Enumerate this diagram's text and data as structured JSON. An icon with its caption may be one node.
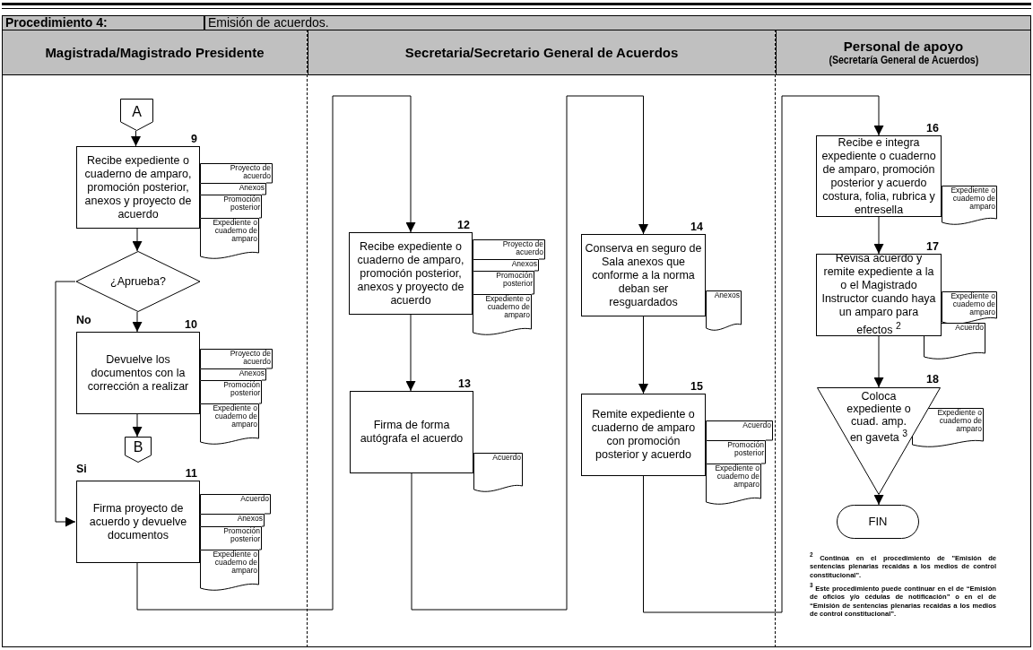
{
  "diagram": {
    "nodes": [
      {
        "text": [
          "Magistrada/Magistrado Presidente"
        ]
      },
      {
        "text": [
          "Secretaria/Secretario General de Acuerdos"
        ]
      },
      {
        "text": [
          "Personal de apoyo",
          "(Secretaría General de Acuerdos)"
        ]
      },
      {
        "text": [
          "A"
        ],
        "in": 0
      },
      {
        "text": [
          "Recibe expediente o cuaderno de amparo, promoción posterior, anexos y proyecto de acuerdo"
        ],
        "beside": [
          "9"
        ],
        "in": 0
      },
      {
        "text": [
          "Proyecto de acuerdo"
        ],
        "in": 0
      },
      {
        "text": [
          "Anexos"
        ],
        "in": 0
      },
      {
        "text": [
          "Promoción posterior"
        ],
        "in": 0
      },
      {
        "text": [
          "Expediente o cuaderno de amparo"
        ],
        "in": 0
      },
      {
        "text": [
          "¿Aprueba?"
        ],
        "in": 0
      },
      {
        "text": [
          "Devuelve los documentos con la corrección a realizar"
        ],
        "beside": [
          "10"
        ],
        "in": 0
      },
      {
        "text": [
          "Proyecto de acuerdo"
        ],
        "in": 0
      },
      {
        "text": [
          "Anexos"
        ],
        "in": 0
      },
      {
        "text": [
          "Promoción posterior"
        ],
        "in": 0
      },
      {
        "text": [
          "Expediente o cuaderno de amparo"
        ],
        "in": 0
      },
      {
        "text": [
          "B"
        ],
        "in": 0
      },
      {
        "text": [
          "Firma proyecto de acuerdo y devuelve documentos"
        ],
        "beside": [
          "11"
        ],
        "in": 0
      },
      {
        "text": [
          "Acuerdo"
        ],
        "in": 0
      },
      {
        "text": [
          "Anexos"
        ],
        "in": 0
      },
      {
        "text": [
          "Promoción posterior"
        ],
        "in": 0
      },
      {
        "text": [
          "Expediente o cuaderno de amparo"
        ],
        "in": 0
      },
      {
        "text": [
          "Recibe expediente o cuaderno de amparo, promoción posterior, anexos y proyecto de acuerdo"
        ],
        "beside": [
          "12"
        ],
        "in": 1
      },
      {
        "text": [
          "Proyecto de acuerdo"
        ],
        "in": 1
      },
      {
        "text": [
          "Anexos"
        ],
        "in": 1
      },
      {
        "text": [
          "Promoción posterior"
        ],
        "in": 1
      },
      {
        "text": [
          "Expediente o cuaderno de amparo"
        ],
        "in": 1
      },
      {
        "text": [
          "Firma de forma autógrafa el acuerdo"
        ],
        "beside": [
          "13"
        ],
        "in": 1
      },
      {
        "text": [
          "Acuerdo"
        ],
        "in": 1
      },
      {
        "text": [
          "Conserva en seguro de Sala anexos que conforme a la norma deban ser resguardados"
        ],
        "beside": [
          "14"
        ],
        "in": 1
      },
      {
        "text": [
          "Anexos"
        ],
        "in": 1
      },
      {
        "text": [
          "Remite expediente o cuaderno de amparo con promoción posterior y acuerdo"
        ],
        "beside": [
          "15"
        ],
        "in": 1
      },
      {
        "text": [
          "Acuerdo"
        ],
        "in": 1
      },
      {
        "text": [
          "Promoción posterior"
        ],
        "in": 1
      },
      {
        "text": [
          "Expediente o cuaderno de amparo"
        ],
        "in": 1
      },
      {
        "text": [
          "Recibe e integra expediente o cuaderno de amparo, promoción posterior y acuerdo costura, folia, rubrica y entresella"
        ],
        "beside": [
          "16"
        ],
        "in": 2
      },
      {
        "text": [
          "Expediente o cuaderno de amparo"
        ],
        "in": 2
      },
      {
        "text": [
          "Revisa acuerdo y remite expediente a la o el Magistrado Instructor cuando haya un amparo para efectos $^{2}$"
        ],
        "beside": [
          "17"
        ],
        "in": 2
      },
      {
        "text": [
          "Expediente o cuaderno de amparo"
        ],
        "in": 2
      },
      {
        "text": [
          "Acuerdo"
        ],
        "in": 2
      },
      {
        "text": [
          "Coloca expediente o cuad. amp. en gaveta $^{3}$"
        ],
        "beside": [
          "18"
        ],
        "in": 2
      },
      {
        "text": [
          "Expediente o cuaderno de amparo"
        ],
        "in": 2
      },
      {
        "text": [
          "FIN"
        ],
        "in": 2
      }
    ],
    "edges": [
      {
        "from": 3,
        "to": 4,
        "arrow": "to"
      },
      {
        "from": 4,
        "to": 9,
        "arrow": "to"
      },
      {
        "from": 9,
        "to": 10,
        "arrow": "to",
        "label": "No"
      },
      {
        "from": 10,
        "to": 15,
        "arrow": "to"
      },
      {
        "from": 9,
        "to": 16,
        "arrow": "to",
        "label": "Si"
      },
      {
        "from": 16,
        "to": 21,
        "arrow": "to"
      },
      {
        "from": 21,
        "to": 26,
        "arrow": "to"
      },
      {
        "from": 26,
        "to": 28,
        "arrow": "to"
      },
      {
        "from": 28,
        "to": 30,
        "arrow": "to"
      },
      {
        "from": 30,
        "to": 34,
        "arrow": "to"
      },
      {
        "from": 34,
        "to": 36,
        "arrow": "to"
      },
      {
        "from": 36,
        "to": 39,
        "arrow": "to"
      },
      {
        "from": 39,
        "to": 41,
        "arrow": "to"
      }
    ],
    "labels": [
      "Procedimiento 4:",
      "Emisión de acuerdos.",
      "$^{2}$ Continúa en el procedimiento de \"Emisión de sentencias plenarias recaidas a los medios de control constitucional\".",
      "$^{3}$ Este procedimiento puede continuar en el de “Emisión de oficios y/o cédulas de notificación” o en el de “Emisión de sentencias plenarias recaidas a los medios de control constitucional”."
    ]
  }
}
